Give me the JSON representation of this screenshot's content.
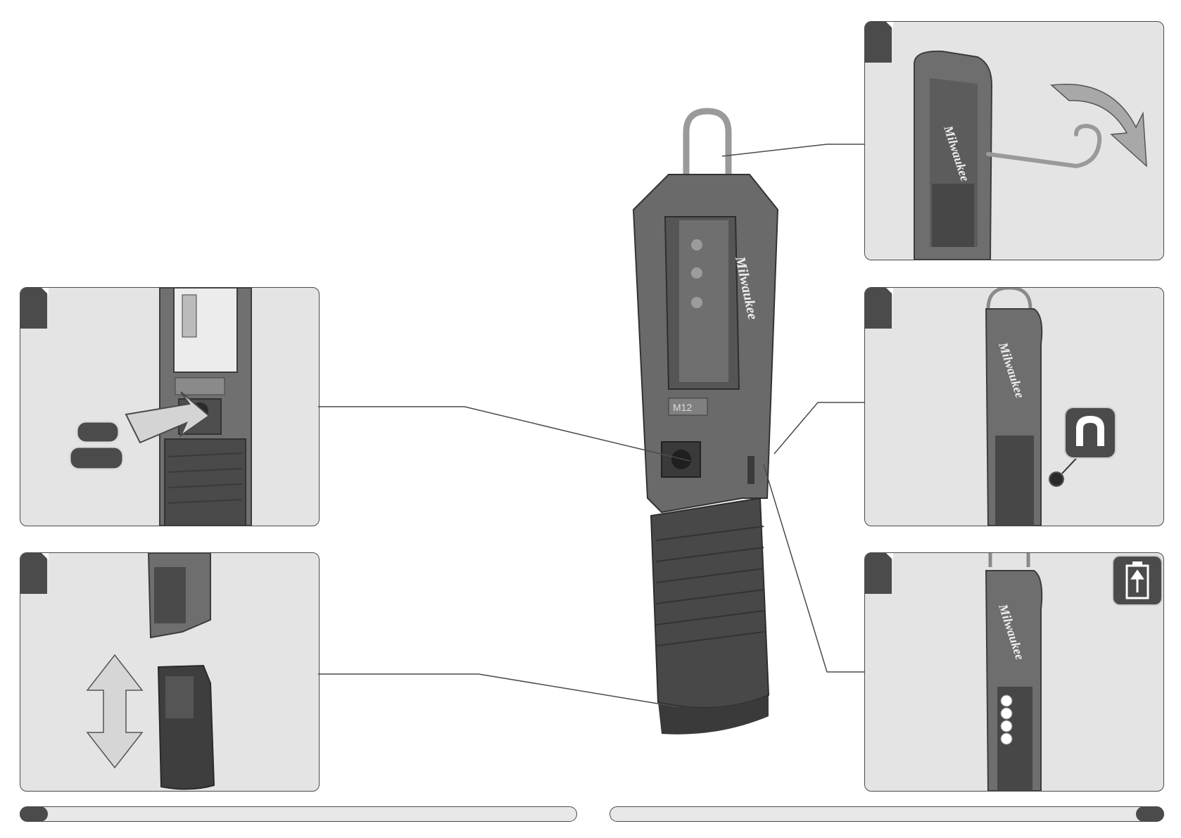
{
  "document": {
    "figure": "Tool overview diagram — work light with hook, magnet, battery release and charge indicator",
    "panels": [
      {
        "id": "hook",
        "icon": "hook-rotate-icon",
        "brand_label": "Milwaukee"
      },
      {
        "id": "battery-release",
        "icon": "press-release-arrow-icon"
      },
      {
        "id": "magnet",
        "icon": "magnet-icon",
        "brand_label": "Milwaukee"
      },
      {
        "id": "battery-insert-remove",
        "icon": "up-down-arrow-icon"
      },
      {
        "id": "charge-indicator",
        "icon": "battery-charge-icon",
        "brand_label": "Milwaukee"
      }
    ],
    "main_tool": {
      "brand_label": "Milwaukee",
      "model_label": "M12"
    }
  },
  "colors": {
    "panel_bg": "#e4e4e4",
    "dark": "#4b4b4b",
    "tool_body": "#6a6a6a"
  }
}
